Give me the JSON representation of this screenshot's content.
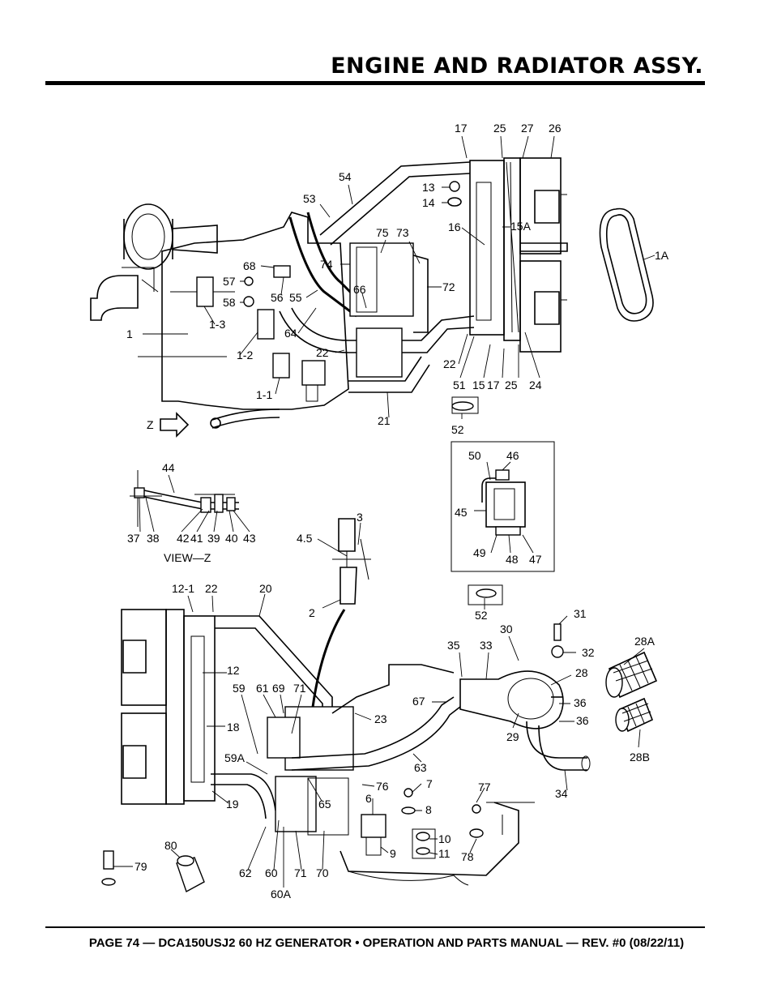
{
  "header": {
    "title": "ENGINE AND RADIATOR ASSY."
  },
  "footer": {
    "text": "PAGE 74 — DCA150USJ2 60 HZ GENERATOR • OPERATION AND PARTS MANUAL — REV. #0 (08/22/11)"
  },
  "diagram": {
    "view_label": "VIEW—Z",
    "z_label": "Z",
    "callouts_top": [
      "17",
      "25",
      "27",
      "26",
      "54",
      "13",
      "14",
      "53",
      "16",
      "15A",
      "1A",
      "75",
      "73",
      "74",
      "68",
      "72",
      "57",
      "56",
      "55",
      "66",
      "58",
      "1-3",
      "1",
      "64",
      "22",
      "1-2",
      "22",
      "51",
      "15",
      "17",
      "25",
      "24",
      "1-1",
      "21",
      "52",
      "Z"
    ],
    "callouts_viewz": [
      "44",
      "37",
      "38",
      "42",
      "41",
      "39",
      "40",
      "43"
    ],
    "callouts_filter": [
      "50",
      "46",
      "45",
      "49",
      "48",
      "47",
      "52"
    ],
    "callouts_sensor": [
      "3",
      "4.5",
      "2"
    ],
    "callouts_bottom": [
      "12-1",
      "22",
      "20",
      "31",
      "32",
      "28A",
      "35",
      "33",
      "30",
      "28",
      "12",
      "59",
      "61",
      "69",
      "71",
      "67",
      "36",
      "36",
      "18",
      "23",
      "29",
      "28B",
      "59A",
      "63",
      "76",
      "7",
      "77",
      "34",
      "19",
      "65",
      "8",
      "6",
      "10",
      "11",
      "78",
      "79",
      "80",
      "9",
      "62",
      "60",
      "71",
      "70",
      "60A"
    ]
  }
}
